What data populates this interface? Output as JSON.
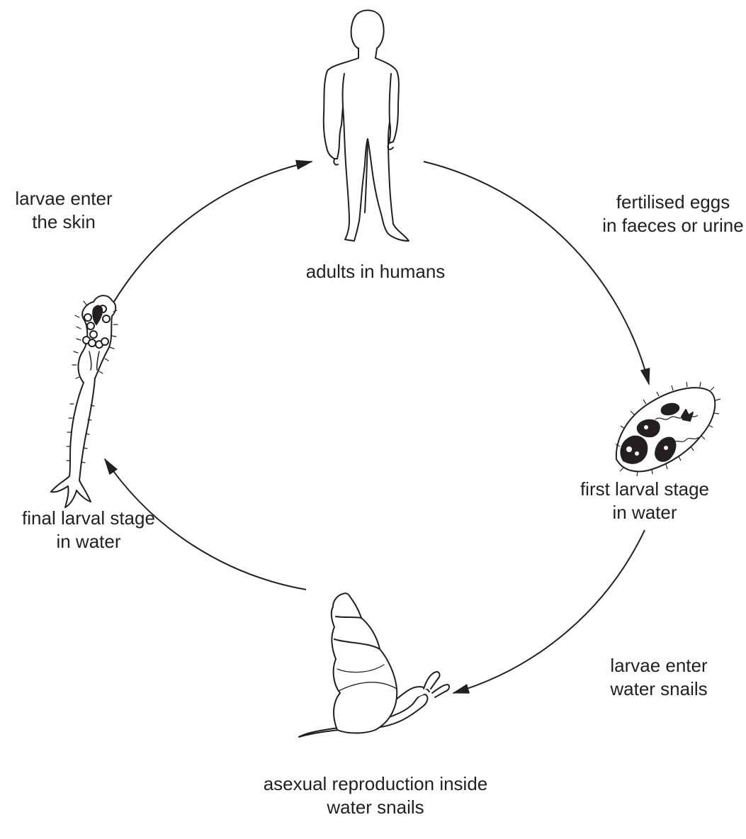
{
  "diagram": {
    "stages": {
      "adults": {
        "label": "adults in humans",
        "icon": "human-figure-icon"
      },
      "first_larval": {
        "label_line1": "first larval stage",
        "label_line2": "in water",
        "icon": "egg-larva-icon"
      },
      "snail": {
        "label_line1": "asexual reproduction inside",
        "label_line2": "water snails",
        "icon": "water-snail-icon"
      },
      "final_larval": {
        "label_line1": "final larval stage",
        "label_line2": "in water",
        "icon": "cercaria-larva-icon"
      }
    },
    "transitions": {
      "eggs": {
        "line1": "fertilised eggs",
        "line2": "in faeces or urine"
      },
      "enter_snails": {
        "line1": "larvae enter",
        "line2": "water snails"
      },
      "enter_skin": {
        "line1": "larvae enter",
        "line2": "the skin"
      }
    },
    "colors": {
      "ink": "#231f20",
      "background": "#ffffff"
    }
  }
}
